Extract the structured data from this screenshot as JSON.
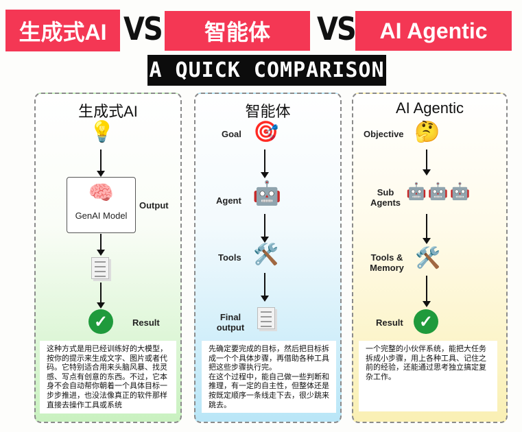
{
  "header": {
    "box1": "生成式AI",
    "vs1": "VS",
    "box2": "智能体",
    "vs2": "VS",
    "box3": "AI Agentic",
    "banner": "A QUICK COMPARISON"
  },
  "colors": {
    "accent_red": "#f43754",
    "banner": "#0c0c0c",
    "col1_bg": "#c9f1c0",
    "col2_bg": "#b9e6f7",
    "col3_bg": "#faf0b4",
    "check": "#1f9a3c"
  },
  "col1": {
    "title": "生成式AI",
    "model_label": "GenAI Model",
    "output": "Output",
    "result": "Result",
    "icons": [
      "lightbulb-icon",
      "brain-chip-icon",
      "document-icon",
      "checkmark-icon"
    ],
    "desc": "这种方式是用已经训练好的大模型，按你的提示来生成文字、图片或者代码。它特别适合用来头脑风暴、找灵感、写点有创意的东西。不过，它本身不会自动帮你朝着一个具体目标一步步推进，也没法像真正的软件那样直接去操作工具或系统"
  },
  "col2": {
    "title": "智能体",
    "goal": "Goal",
    "agent": "Agent",
    "tools": "Tools",
    "final_output": "Final output",
    "icons": [
      "target-icon",
      "robot-laptop-icon",
      "tools-icon",
      "document-icon"
    ],
    "desc": "先确定要完成的目标，然后把目标拆成一个个具体步骤，再借助各种工具把这些步骤执行完。\n在这个过程中，能自己做一些判断和推理，有一定的自主性，但整体还是按既定顺序一条线走下去，很少跳来跳去。"
  },
  "col3": {
    "title": "AI Agentic",
    "objective": "Objective",
    "sub_agents": "Sub Agents",
    "tools_memory": "Tools & Memory",
    "result": "Result",
    "icons": [
      "thinking-face-icon",
      "robot-icon",
      "tools-icon",
      "checkmark-icon"
    ],
    "desc": "一个完整的小伙伴系统，能把大任务拆成小步骤，用上各种工具、记住之前的经验，还能通过思考独立搞定复杂工作。"
  }
}
